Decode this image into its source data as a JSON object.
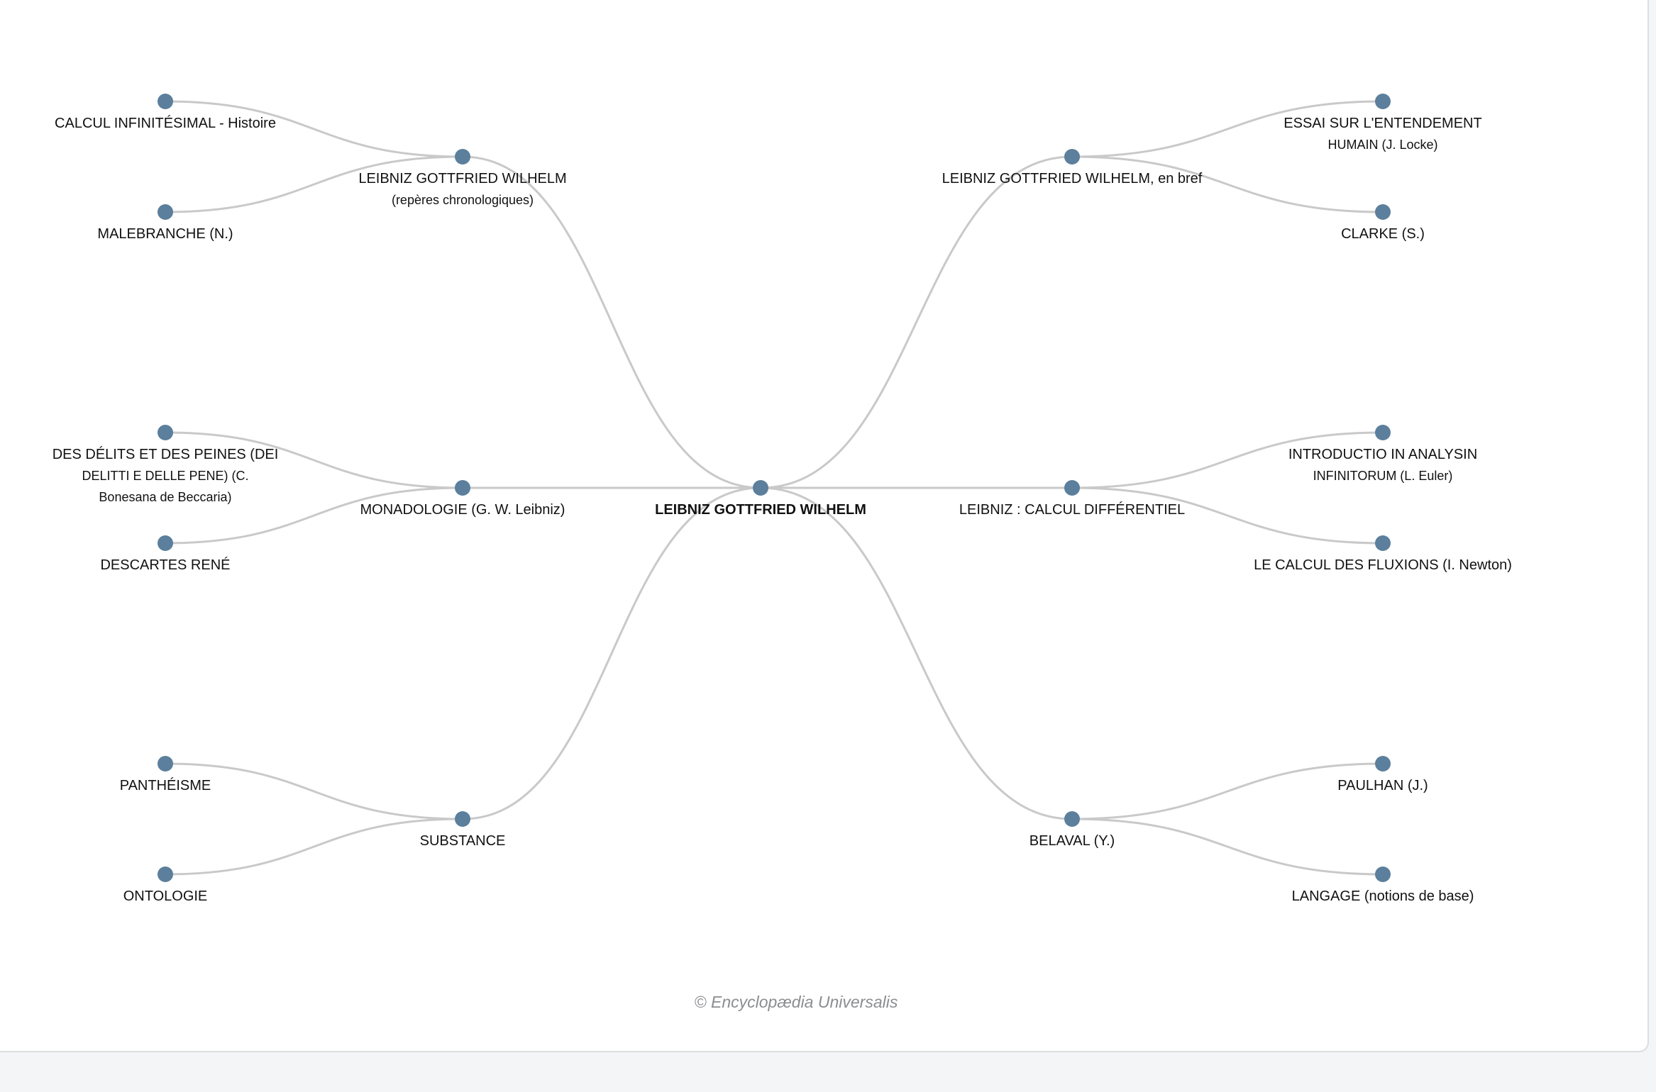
{
  "colors": {
    "node": "#5b7f9c",
    "link": "#c9c9c9",
    "text": "#111111",
    "background": "#ffffff"
  },
  "center": {
    "label": "LEIBNIZ GOTTFRIED WILHELM"
  },
  "branches": [
    {
      "label": "LEIBNIZ GOTTFRIED WILHELM",
      "sub": "(repères chronologiques)",
      "children": [
        {
          "label": "CALCUL INFINITÉSIMAL - Histoire"
        },
        {
          "label": "MALEBRANCHE (N.)"
        }
      ]
    },
    {
      "label": "LEIBNIZ GOTTFRIED WILHELM, en bref",
      "children": [
        {
          "label": "ESSAI SUR L'ENTENDEMENT",
          "sub": "HUMAIN (J. Locke)"
        },
        {
          "label": "CLARKE (S.)"
        }
      ]
    },
    {
      "label": "MONADOLOGIE (G. W. Leibniz)",
      "children": [
        {
          "label": "DES DÉLITS ET DES PEINES (DEI",
          "sub": "DELITTI E DELLE PENE) (C.",
          "sub2": "Bonesana de Beccaria)"
        },
        {
          "label": "DESCARTES RENÉ"
        }
      ]
    },
    {
      "label": "LEIBNIZ : CALCUL DIFFÉRENTIEL",
      "children": [
        {
          "label": "INTRODUCTIO IN ANALYSIN",
          "sub": "INFINITORUM (L. Euler)"
        },
        {
          "label": "LE CALCUL DES FLUXIONS (I. Newton)"
        }
      ]
    },
    {
      "label": "SUBSTANCE",
      "children": [
        {
          "label": "PANTHÉISME"
        },
        {
          "label": "ONTOLOGIE"
        }
      ]
    },
    {
      "label": "BELAVAL (Y.)",
      "children": [
        {
          "label": "PAULHAN (J.)"
        },
        {
          "label": "LANGAGE (notions de base)"
        }
      ]
    }
  ],
  "footer": {
    "copyright": "© Encyclopædia Universalis"
  }
}
